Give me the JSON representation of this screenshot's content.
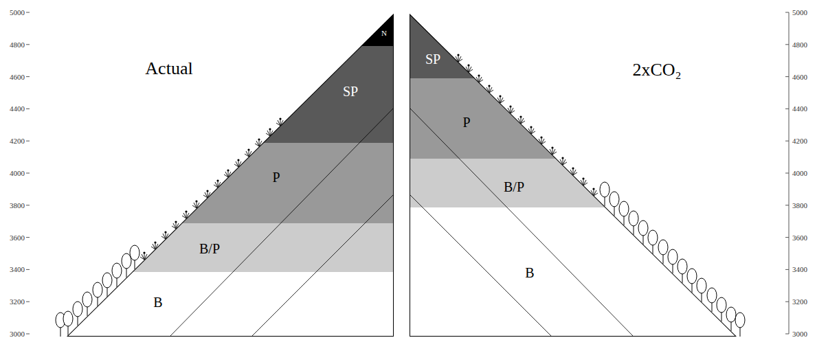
{
  "diagram": {
    "nodes": [
      {
        "text": [
          "N"
        ]
      },
      {
        "text": [
          "SP"
        ]
      },
      {
        "text": [
          "P"
        ]
      },
      {
        "text": [
          "B/P"
        ]
      },
      {
        "text": [
          "B"
        ]
      },
      {
        "text": [
          "SP"
        ]
      },
      {
        "text": [
          "P"
        ]
      },
      {
        "text": [
          "B/P"
        ]
      },
      {
        "text": [
          "B"
        ]
      }
    ],
    "labels": [
      "Actual",
      "2xCO₂",
      "5000",
      "4800",
      "4600",
      "4400",
      "4200",
      "4000",
      "3800",
      "3600",
      "3400",
      "3200",
      "3000",
      "5000",
      "4800",
      "4600",
      "4400",
      "4200",
      "4000",
      "3800",
      "3600",
      "3400",
      "3200",
      "3000"
    ]
  }
}
